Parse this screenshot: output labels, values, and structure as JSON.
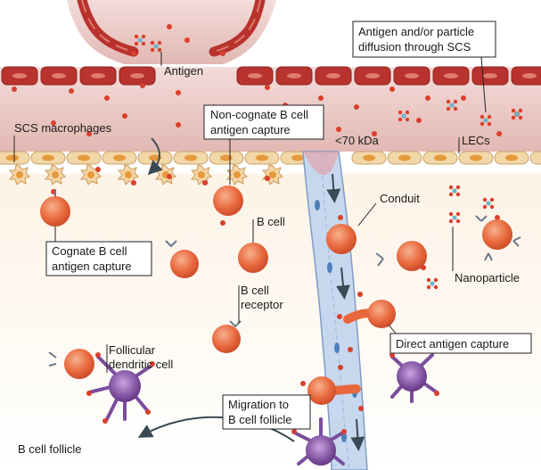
{
  "labels": {
    "antigen": "Antigen",
    "scs_diffusion_line1": "Antigen and/or particle",
    "scs_diffusion_line2": "diffusion through SCS",
    "scs_macrophages": "SCS macrophages",
    "non_cognate_line1": "Non-cognate B cell",
    "non_cognate_line2": "antigen capture",
    "size_cutoff": "<70 kDa",
    "lecs": "LECs",
    "conduit": "Conduit",
    "cognate_line1": "Cognate B cell",
    "cognate_line2": "antigen capture",
    "b_cell": "B cell",
    "b_cell_receptor_line1": "B cell",
    "b_cell_receptor_line2": "receptor",
    "nanoparticle": "Nanoparticle",
    "fdc_line1": "Follicular",
    "fdc_line2": "dendritic cell",
    "direct_capture": "Direct antigen capture",
    "migration_line1": "Migration to",
    "migration_line2": "B cell follicle",
    "b_cell_follicle": "B cell follicle"
  },
  "colors": {
    "sinus_fill": "#e8c4c0",
    "endothelial_cell": "#b8322e",
    "floor_lec": "#f2d7a8",
    "follicle_bg": "#fdf5ec",
    "conduit_fill": "#c7d8ee",
    "b_cell": "#e8683c",
    "fdc": "#7b4d9c",
    "antigen_dot": "#d9402b",
    "nanoparticle_center": "#6fb3c8"
  }
}
